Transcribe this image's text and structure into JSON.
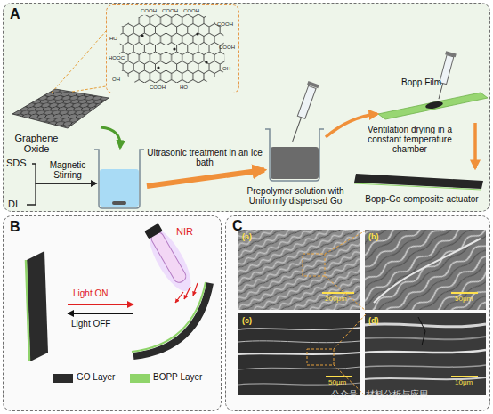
{
  "diagram": {
    "nodes": [
      {
        "text": [
          "A"
        ]
      },
      {
        "text": [
          "COOH",
          "COOH",
          "COOH",
          "HO",
          "HOOC",
          "OH",
          "COOH",
          "COOH",
          "OH",
          "COOH",
          "HO"
        ],
        "in": 0
      },
      {
        "text": [
          "Graphene Oxide"
        ],
        "in": 0
      },
      {
        "text": [
          "SDS"
        ],
        "in": 0
      },
      {
        "text": [
          "DI"
        ],
        "in": 0
      },
      {
        "text": [
          "Magnetic Stirring"
        ],
        "in": 0
      },
      {
        "text": [
          "Prepolymer solution with Uniformly dispersed Go"
        ],
        "in": 0
      },
      {
        "text": [
          "Bopp Film"
        ],
        "in": 0
      },
      {
        "text": [
          "Bopp-Go composite actuator"
        ],
        "in": 0
      },
      {
        "text": [
          "B"
        ]
      },
      {
        "text": [
          "C"
        ]
      },
      {
        "text": [
          "(a)",
          "200μm"
        ],
        "in": 10
      },
      {
        "text": [
          "(b)",
          "50μm"
        ],
        "in": 10
      },
      {
        "text": [
          "(c)",
          "50μm"
        ],
        "in": 10
      },
      {
        "text": [
          "(d)",
          "10μm"
        ],
        "in": 10
      }
    ],
    "edges": [
      {
        "from": 3,
        "to": 5,
        "arrow": "to"
      },
      {
        "from": 4,
        "to": 5,
        "arrow": "to"
      },
      {
        "from": 2,
        "to": 5,
        "arrow": "to"
      },
      {
        "from": 5,
        "to": 6,
        "label": "Ultrasonic treatment in an ice bath",
        "arrow": "to"
      },
      {
        "from": 6,
        "to": 7,
        "arrow": "to"
      },
      {
        "from": 7,
        "to": 8,
        "label": "Ventilation drying in a constant temperature chamber",
        "arrow": "to"
      },
      {
        "from": 11,
        "to": 12,
        "arrow": "none"
      },
      {
        "from": 13,
        "to": 14,
        "arrow": "none"
      },
      {
        "from": 2,
        "to": 1,
        "arrow": "none"
      }
    ],
    "labels": [
      "NIR",
      "Light ON",
      "Light OFF",
      "公众号 · 材料分析与应用"
    ],
    "legend": [
      {
        "text": "GO Layer",
        "color": "#2b2b2b"
      },
      {
        "text": "BOPP Layer",
        "color": "#8fd46a"
      }
    ]
  }
}
